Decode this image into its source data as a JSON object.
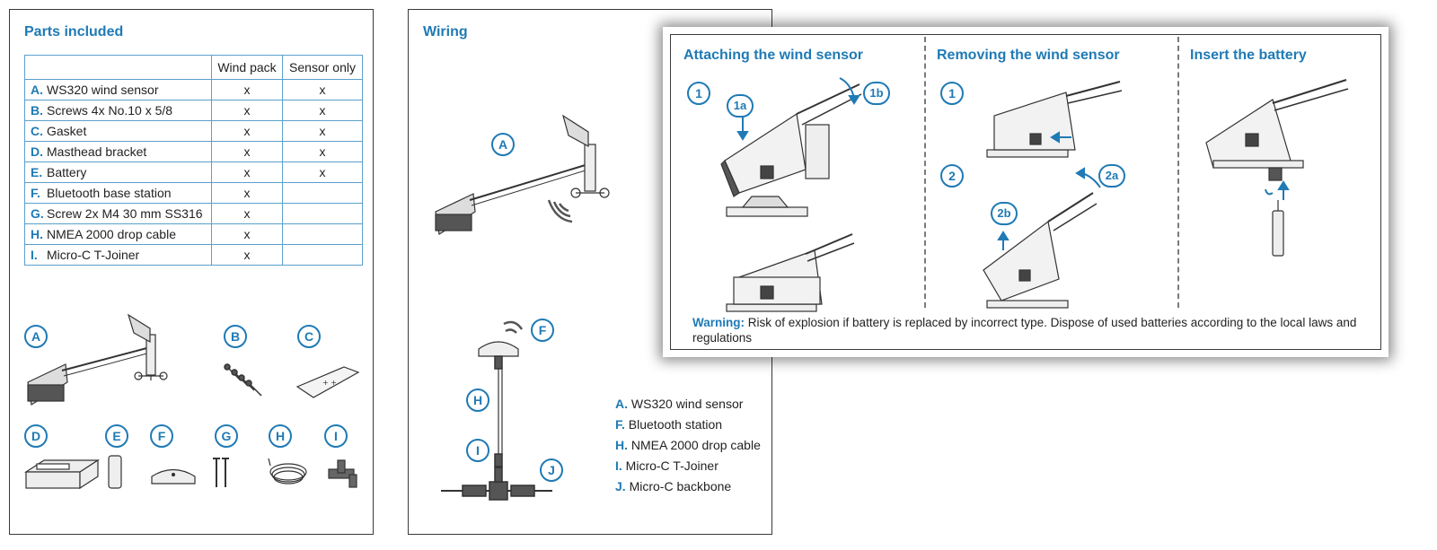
{
  "parts": {
    "title": "Parts included",
    "columns": [
      "Wind pack",
      "Sensor only"
    ],
    "rows": [
      {
        "letter": "A.",
        "name": "WS320 wind sensor",
        "wind": "x",
        "sensor": "x"
      },
      {
        "letter": "B.",
        "name": "Screws 4x No.10 x 5/8",
        "wind": "x",
        "sensor": "x"
      },
      {
        "letter": "C.",
        "name": "Gasket",
        "wind": "x",
        "sensor": "x"
      },
      {
        "letter": "D.",
        "name": "Masthead bracket",
        "wind": "x",
        "sensor": "x"
      },
      {
        "letter": "E.",
        "name": "Battery",
        "wind": "x",
        "sensor": "x"
      },
      {
        "letter": "F.",
        "name": "Bluetooth base station",
        "wind": "x",
        "sensor": ""
      },
      {
        "letter": "G.",
        "name": "Screw 2x M4 30 mm SS316",
        "wind": "x",
        "sensor": ""
      },
      {
        "letter": "H.",
        "name": "NMEA 2000 drop cable",
        "wind": "x",
        "sensor": ""
      },
      {
        "letter": "I.",
        "name": "Micro-C T-Joiner",
        "wind": "x",
        "sensor": ""
      }
    ],
    "callouts": [
      "A",
      "B",
      "C",
      "D",
      "E",
      "F",
      "G",
      "H",
      "I"
    ]
  },
  "wiring": {
    "title": "Wiring",
    "callouts": [
      "A",
      "F",
      "H",
      "I",
      "J"
    ],
    "legend": [
      {
        "letter": "A.",
        "text": "WS320 wind sensor"
      },
      {
        "letter": "F.",
        "text": "Bluetooth station"
      },
      {
        "letter": "H.",
        "text": "NMEA 2000 drop cable"
      },
      {
        "letter": "I.",
        "text": "Micro-C T-Joiner"
      },
      {
        "letter": "J.",
        "text": "Micro-C backbone"
      }
    ]
  },
  "instructions": {
    "attach_title": "Attaching the wind sensor",
    "remove_title": "Removing the wind sensor",
    "battery_title": "Insert the battery",
    "steps": {
      "s1": "1",
      "s1a": "1a",
      "s1b": "1b",
      "r1": "1",
      "r2": "2",
      "r2a": "2a",
      "r2b": "2b"
    },
    "warning_label": "Warning:",
    "warning_text": " Risk of explosion if battery is replaced by incorrect type. Dispose of used batteries according to the local laws and regulations"
  },
  "colors": {
    "accent": "#1f7ab5",
    "table_border": "#5aa0cc"
  }
}
